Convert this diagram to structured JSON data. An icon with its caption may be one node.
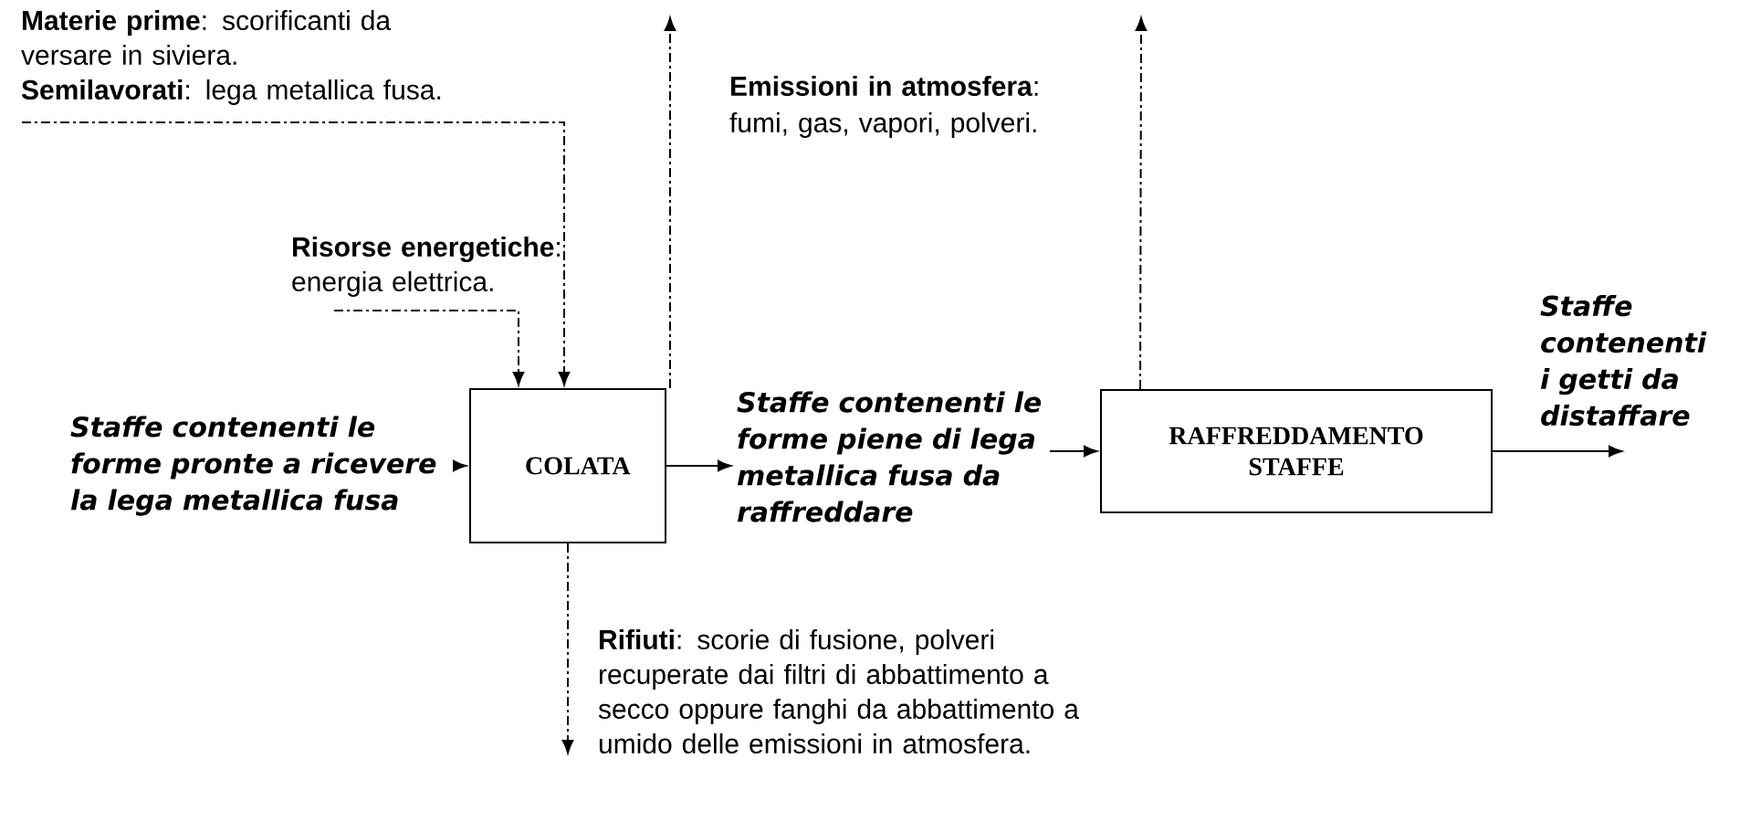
{
  "diagram": {
    "nodes": [
      {
        "text": [
          "COLATA"
        ]
      },
      {
        "text": [
          "RAFFREDDAMENTO STAFFE"
        ]
      },
      {
        "text": [
          "Staffe contenenti le forme pronte a ricevere la lega metallica fusa"
        ]
      },
      {
        "text": [
          "**Materie prime**: scorificanti da versare in siviera.",
          "**Semilavorati**: lega metallica fusa."
        ]
      },
      {
        "text": [
          "**Risorse energetiche**:",
          "energia elettrica."
        ]
      },
      {
        "text": [
          "Staffe contenenti le forme piene di lega metallica fusa da raffreddare"
        ]
      },
      {
        "text": [
          "Staffe contenenti i getti da distaffare"
        ]
      },
      {
        "text": [
          "**Rifiuti**: scorie di fusione, polveri recuperate dai filtri di abbattimento a secco oppure fanghi da abbattimento a umido delle emissioni in atmosfera."
        ]
      }
    ],
    "edges": [
      {
        "from": 2,
        "to": 0,
        "arrow": "to"
      },
      {
        "from": 3,
        "to": 0,
        "arrow": "to",
        "style": "dashed"
      },
      {
        "from": 4,
        "to": 0,
        "arrow": "to",
        "style": "dashed"
      },
      {
        "from": 0,
        "to": null,
        "arrow": "to",
        "style": "dashed"
      },
      {
        "from": 0,
        "to": 5,
        "arrow": "to"
      },
      {
        "from": 5,
        "to": 1,
        "arrow": "to"
      },
      {
        "from": 1,
        "to": null,
        "arrow": "to",
        "style": "dashed"
      },
      {
        "from": 1,
        "to": 6,
        "arrow": "to"
      },
      {
        "from": 0,
        "to": 7,
        "arrow": "to",
        "style": "dashed"
      }
    ],
    "labels": [
      "**Emissioni in atmosfera**:",
      "fumi, gas, vapori, polveri."
    ]
  }
}
